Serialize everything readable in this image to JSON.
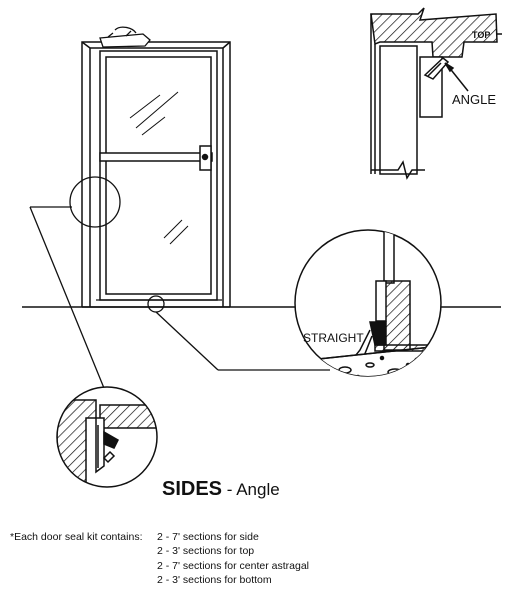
{
  "labels": {
    "top": "TOP",
    "angle": "ANGLE",
    "straight": "STRAIGHT"
  },
  "caption": {
    "bold": "SIDES",
    "rest": " - Angle"
  },
  "kit_note": {
    "intro": "*Each door seal kit contains:",
    "items": [
      "2 - 7' sections for side",
      "2 - 3' sections for top",
      "2 - 7' sections for center astragal",
      "2 - 3' sections for bottom"
    ]
  }
}
